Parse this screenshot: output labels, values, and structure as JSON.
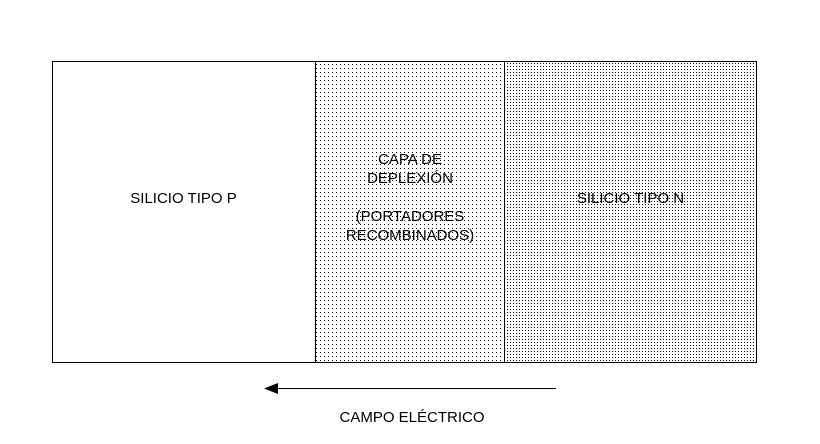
{
  "regions": {
    "p_type": {
      "label": "SILICIO TIPO P"
    },
    "depletion": {
      "line1": "CAPA DE",
      "line2": "DEPLEXIÓN",
      "line3": "(PORTADORES",
      "line4": "RECOMBINADOS)"
    },
    "n_type": {
      "label": "SILICIO TIPO N"
    }
  },
  "field": {
    "label": "CAMPO ELÉCTRICO",
    "direction": "left"
  },
  "colors": {
    "stroke": "#000000",
    "background": "#ffffff",
    "dots": "#000000"
  }
}
